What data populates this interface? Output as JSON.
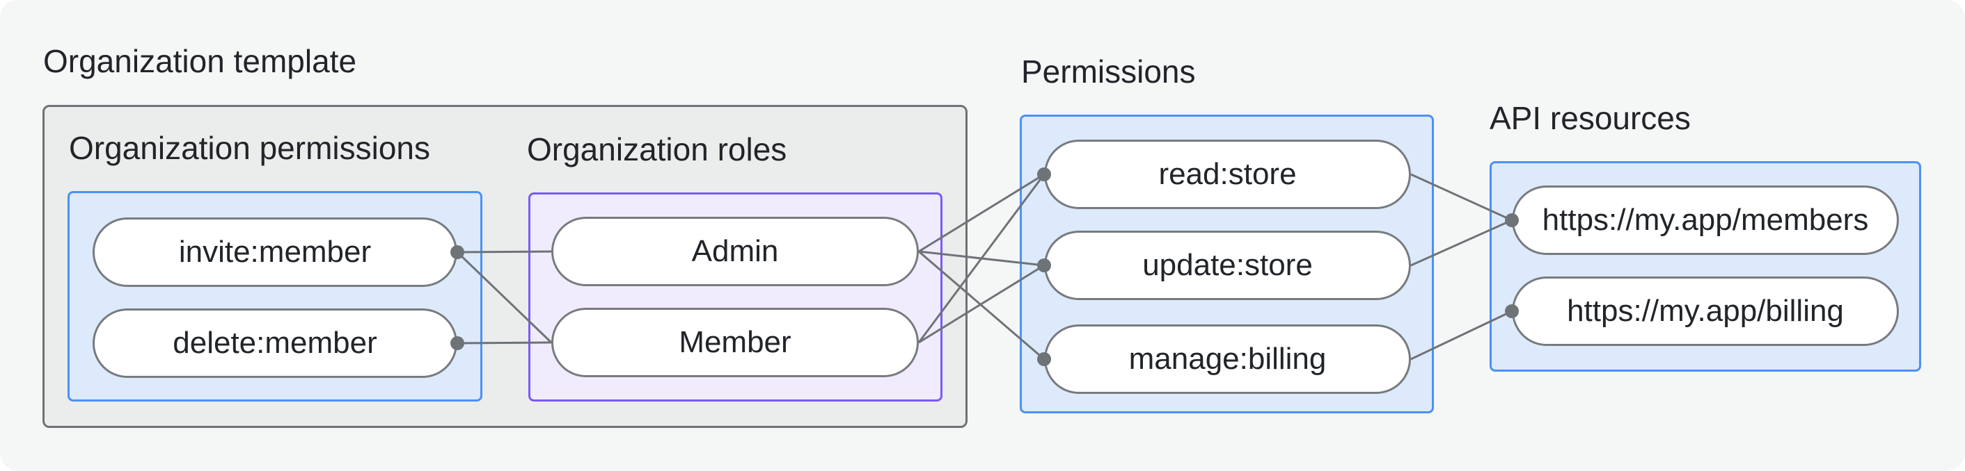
{
  "labels": {
    "org_template": "Organization template",
    "org_permissions": "Organization permissions",
    "org_roles": "Organization roles",
    "permissions": "Permissions",
    "api_resources": "API resources"
  },
  "nodes": {
    "invite_member": "invite:member",
    "delete_member": "delete:member",
    "admin": "Admin",
    "member": "Member",
    "read_store": "read:store",
    "update_store": "update:store",
    "manage_billing": "manage:billing",
    "api_members": "https://my.app/members",
    "api_billing": "https://my.app/billing"
  },
  "edges": [
    {
      "from": "invite_member",
      "to": "admin"
    },
    {
      "from": "invite_member",
      "to": "member"
    },
    {
      "from": "delete_member",
      "to": "member"
    },
    {
      "from": "admin",
      "to": "read_store"
    },
    {
      "from": "admin",
      "to": "update_store"
    },
    {
      "from": "admin",
      "to": "manage_billing"
    },
    {
      "from": "member",
      "to": "read_store"
    },
    {
      "from": "member",
      "to": "update_store"
    },
    {
      "from": "read_store",
      "to": "api_members"
    },
    {
      "from": "update_store",
      "to": "api_members"
    },
    {
      "from": "manage_billing",
      "to": "api_billing"
    }
  ],
  "colors": {
    "canvas_bg": "#f5f6f6",
    "group_box_bg": "#ebedec",
    "group_box_border": "#6d7276",
    "blue_box_bg": "#ddeafb",
    "blue_box_border": "#4b91f8",
    "purple_box_bg": "#f1ecfd",
    "purple_box_border": "#7a5af8",
    "pill_bg": "#ffffff",
    "pill_border": "#777b7e",
    "edge": "#6e7377",
    "text": "#212529"
  }
}
